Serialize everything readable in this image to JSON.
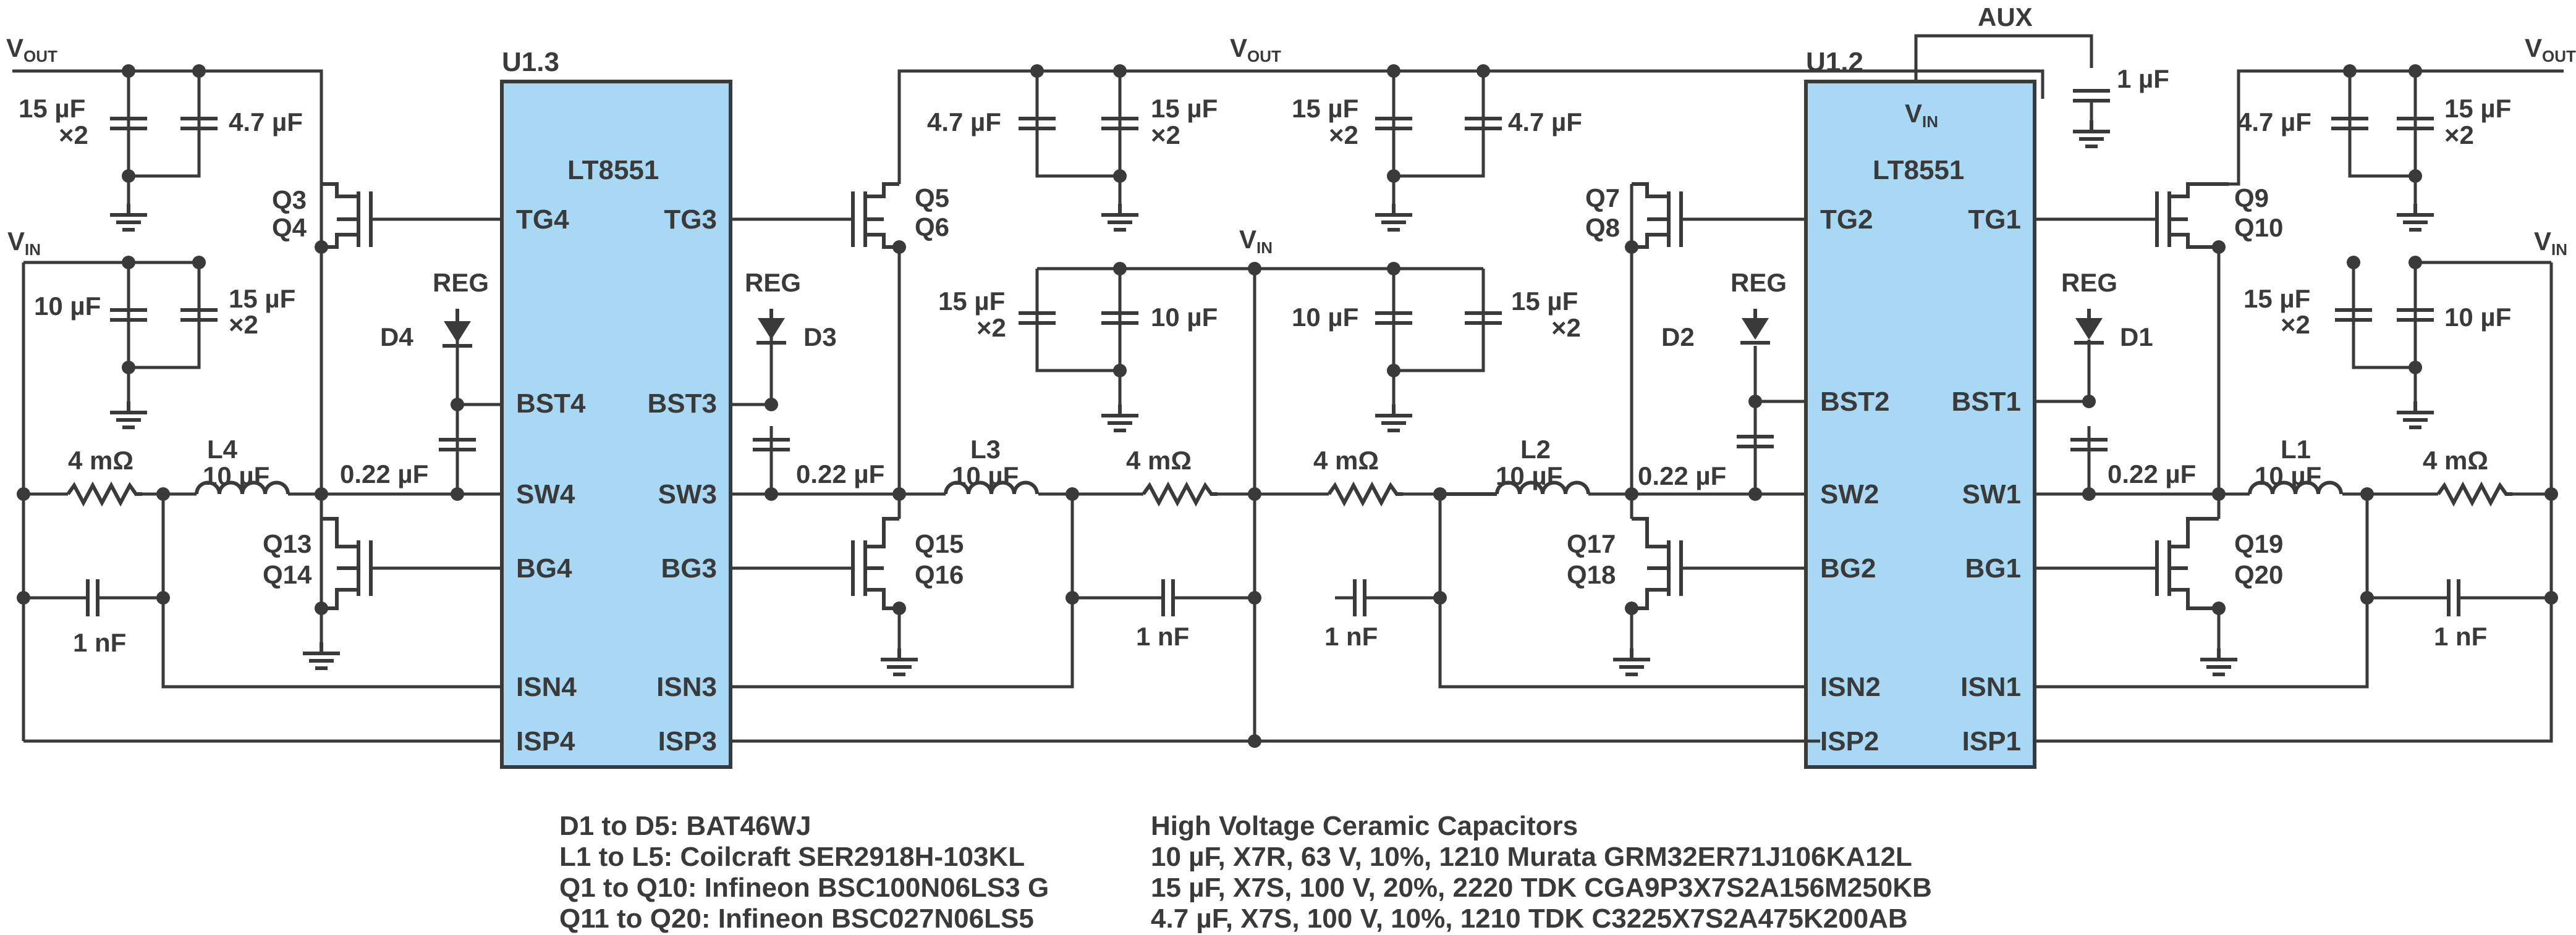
{
  "rails": {
    "vout": "V",
    "vout_sub": "OUT",
    "vin": "V",
    "vin_sub": "IN",
    "aux": "AUX"
  },
  "chips": [
    {
      "ref": "U1.3",
      "part": "LT8551",
      "pins_left": [
        "TG4",
        "BST4",
        "SW4",
        "BG4",
        "ISN4",
        "ISP4"
      ],
      "pins_right": [
        "TG3",
        "BST3",
        "SW3",
        "BG3",
        "ISN3",
        "ISP3"
      ]
    },
    {
      "ref": "U1.2",
      "part": "LT8551",
      "vin_pin": "V",
      "vin_pin_sub": "IN",
      "pins_left": [
        "TG2",
        "BST2",
        "SW2",
        "BG2",
        "ISN2",
        "ISP2"
      ],
      "pins_right": [
        "TG1",
        "BST1",
        "SW1",
        "BG1",
        "ISN1",
        "ISP1"
      ]
    }
  ],
  "labels": {
    "cap_15uf": "15 µF",
    "x2": "×2",
    "cap_4_7uf": "4.7 µF",
    "cap_10uf": "10 µF",
    "cap_1uf": "1 µF",
    "cap_0_22uf": "0.22 µF",
    "cap_1nf": "1 nF",
    "res_4mohm": "4 mΩ",
    "ind_10uf": "10 µF",
    "reg": "REG",
    "q3": "Q3",
    "q4": "Q4",
    "q5": "Q5",
    "q6": "Q6",
    "q7": "Q7",
    "q8": "Q8",
    "q9": "Q9",
    "q10": "Q10",
    "q13": "Q13",
    "q14": "Q14",
    "q15": "Q15",
    "q16": "Q16",
    "q17": "Q17",
    "q18": "Q18",
    "q19": "Q19",
    "q20": "Q20",
    "l1": "L1",
    "l2": "L2",
    "l3": "L3",
    "l4": "L4",
    "d1": "D1",
    "d2": "D2",
    "d3": "D3",
    "d4": "D4"
  },
  "notes_left": [
    "D1 to D5: BAT46WJ",
    "L1 to L5: Coilcraft SER2918H-103KL",
    "Q1 to Q10: Infineon BSC100N06LS3 G",
    "Q11 to Q20: Infineon BSC027N06LS5"
  ],
  "notes_right": [
    "High Voltage Ceramic Capacitors",
    "10 µF, X7R, 63 V, 10%, 1210 Murata GRM32ER71J106KA12L",
    "15 µF, X7S, 100 V, 20%, 2220 TDK CGA9P3X7S2A156M250KB",
    "4.7 µF, X7S, 100 V, 10%, 1210 TDK C3225X7S2A475K200AB"
  ]
}
